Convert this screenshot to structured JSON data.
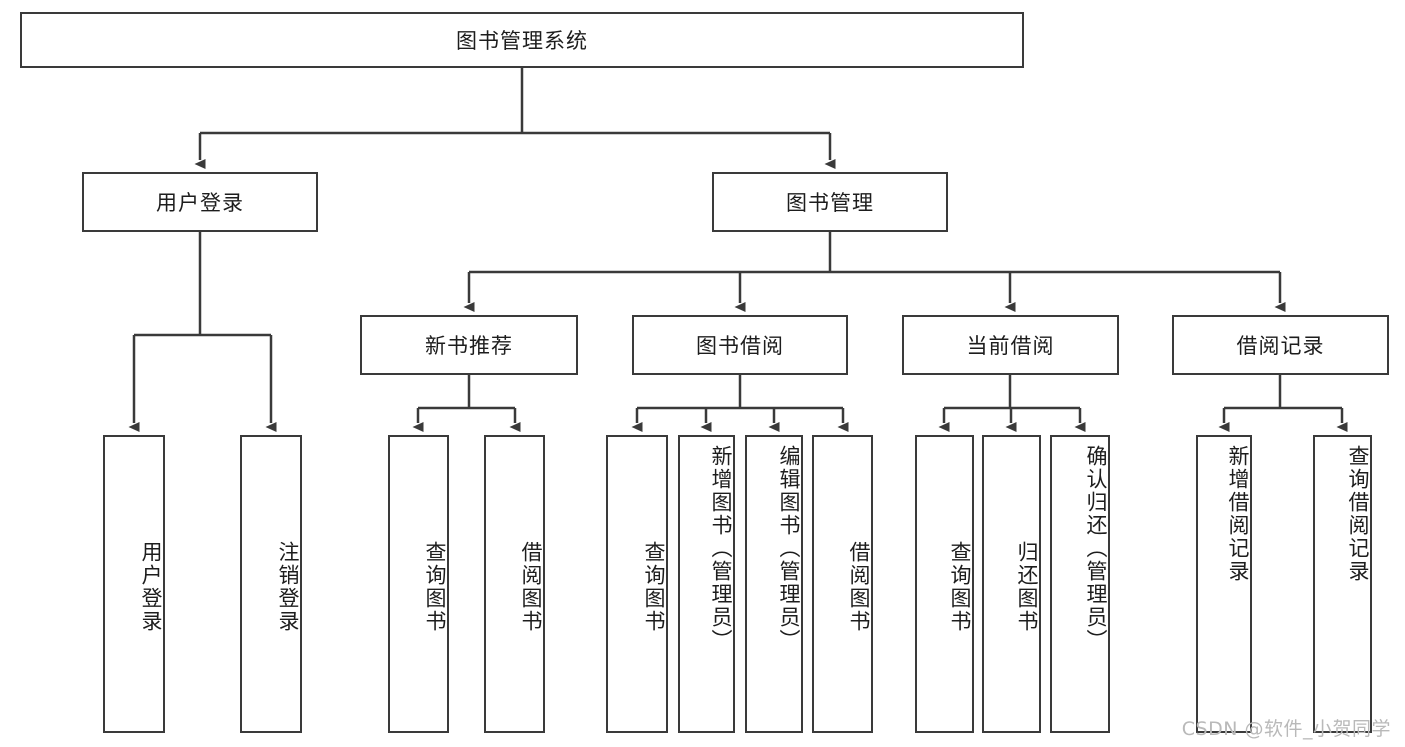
{
  "diagram": {
    "title": "图书管理系统",
    "type": "tree-hierarchy-diagram",
    "root": {
      "label": "图书管理系统"
    },
    "level2": [
      {
        "label": "用户登录"
      },
      {
        "label": "图书管理"
      }
    ],
    "level3": [
      {
        "label": "新书推荐"
      },
      {
        "label": "图书借阅"
      },
      {
        "label": "当前借阅"
      },
      {
        "label": "借阅记录"
      }
    ],
    "leaves": {
      "user_login": [
        {
          "label": "用户登录"
        },
        {
          "label": "注销登录"
        }
      ],
      "new_book_recommend": [
        {
          "label": "查询图书"
        },
        {
          "label": "借阅图书"
        }
      ],
      "book_borrow": [
        {
          "label": "查询图书"
        },
        {
          "label": "新增图书（管理员）"
        },
        {
          "label": "编辑图书（管理员）"
        },
        {
          "label": "借阅图书"
        }
      ],
      "current_borrow": [
        {
          "label": "查询图书"
        },
        {
          "label": "归还图书"
        },
        {
          "label": "确认归还（管理员）"
        }
      ],
      "borrow_record": [
        {
          "label": "新增借阅记录"
        },
        {
          "label": "查询借阅记录"
        }
      ]
    }
  },
  "watermark": {
    "text": "CSDN @软件_小贺同学"
  },
  "colors": {
    "border": "#3a3a3a",
    "text": "#1d1d1d",
    "background": "#ffffff",
    "watermark": "#b9b9b9"
  }
}
